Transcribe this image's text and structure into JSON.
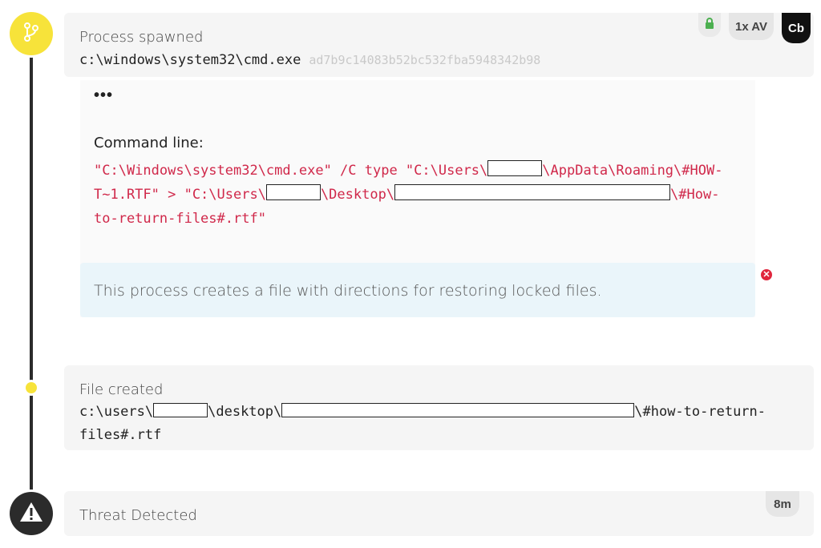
{
  "events": [
    {
      "title": "Process spawned",
      "path": "c:\\windows\\system32\\cmd.exe",
      "hash": "ad7b9c14083b52bc532fba5948342b98",
      "badges": {
        "av": "1x AV",
        "cb": "Cb"
      },
      "details": {
        "ellipsis": "•••",
        "command_label": "Command line:",
        "command_parts": [
          "\"C:\\Windows\\system32\\cmd.exe\" /C type \"C:\\Users\\",
          "\\AppData\\Roaming\\#HOW-T~1.RTF\" > \"C:\\Users\\",
          "\\Desktop\\",
          "\\#How-to-return-files#.rtf\""
        ],
        "info_text": "This process creates a file with directions for restoring locked files."
      }
    },
    {
      "title": "File created",
      "path_parts": [
        "c:\\users\\",
        "\\desktop\\",
        "\\#how-to-return-files#.rtf"
      ]
    },
    {
      "title": "Threat Detected",
      "time_badge": "8m"
    }
  ],
  "icons": {
    "process": "branch-icon",
    "threat": "warning-icon",
    "lock": "lock-icon",
    "close": "close-icon"
  },
  "colors": {
    "node_yellow": "#f7e33a",
    "node_dark": "#2b2b2b",
    "command_red": "#d0284a",
    "info_bg": "#eaf5fa",
    "lock_green": "#4caf50",
    "close_red": "#e0263d"
  }
}
